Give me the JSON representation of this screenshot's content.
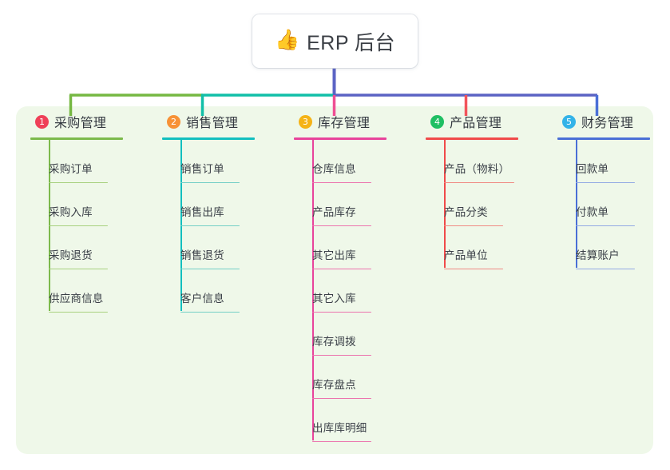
{
  "root": {
    "icon": "thumbs-up-icon",
    "emoji": "👍",
    "title": "ERP 后台"
  },
  "palette": {
    "panel_bg": "#eff8e9",
    "page_bg": "#ffffff",
    "root_text": "#3b3f45",
    "trunk": "#5b63c4",
    "bus_green": "#76b843",
    "bus_teal": "#12bfa8",
    "bus_blue": "#5b63c4"
  },
  "branches": [
    {
      "number": "1",
      "title": "采购管理",
      "badge_color": "#ef4058",
      "line_color": "#7cba4c",
      "item_line_color": "#a8d17f",
      "drop_color": "#76b843",
      "items": [
        {
          "label": "采购订单"
        },
        {
          "label": "采购入库"
        },
        {
          "label": "采购退货"
        },
        {
          "label": "供应商信息"
        }
      ]
    },
    {
      "number": "2",
      "title": "销售管理",
      "badge_color": "#f79236",
      "line_color": "#12bfbf",
      "item_line_color": "#74cfc6",
      "drop_color": "#12bfa8",
      "items": [
        {
          "label": "销售订单"
        },
        {
          "label": "销售出库"
        },
        {
          "label": "销售退货"
        },
        {
          "label": "客户信息"
        }
      ]
    },
    {
      "number": "3",
      "title": "库存管理",
      "badge_color": "#f5b317",
      "line_color": "#e8449b",
      "item_line_color": "#ec74ae",
      "drop_color": "#ef4e93",
      "items": [
        {
          "label": "仓库信息"
        },
        {
          "label": "产品库存"
        },
        {
          "label": "其它出库"
        },
        {
          "label": "其它入库"
        },
        {
          "label": "库存调拨"
        },
        {
          "label": "库存盘点"
        },
        {
          "label": "出库库明细"
        }
      ]
    },
    {
      "number": "4",
      "title": "产品管理",
      "badge_color": "#1fbf63",
      "line_color": "#f04a4a",
      "item_line_color": "#f08b84",
      "drop_color": "#f2545b",
      "items": [
        {
          "label": "产品（物料）"
        },
        {
          "label": "产品分类"
        },
        {
          "label": "产品单位"
        }
      ]
    },
    {
      "number": "5",
      "title": "财务管理",
      "badge_color": "#33b3e8",
      "line_color": "#4a6fd6",
      "item_line_color": "#93aae4",
      "drop_color": "#4a6fd6",
      "items": [
        {
          "label": "回款单"
        },
        {
          "label": "付款单"
        },
        {
          "label": "结算账户"
        }
      ]
    }
  ]
}
